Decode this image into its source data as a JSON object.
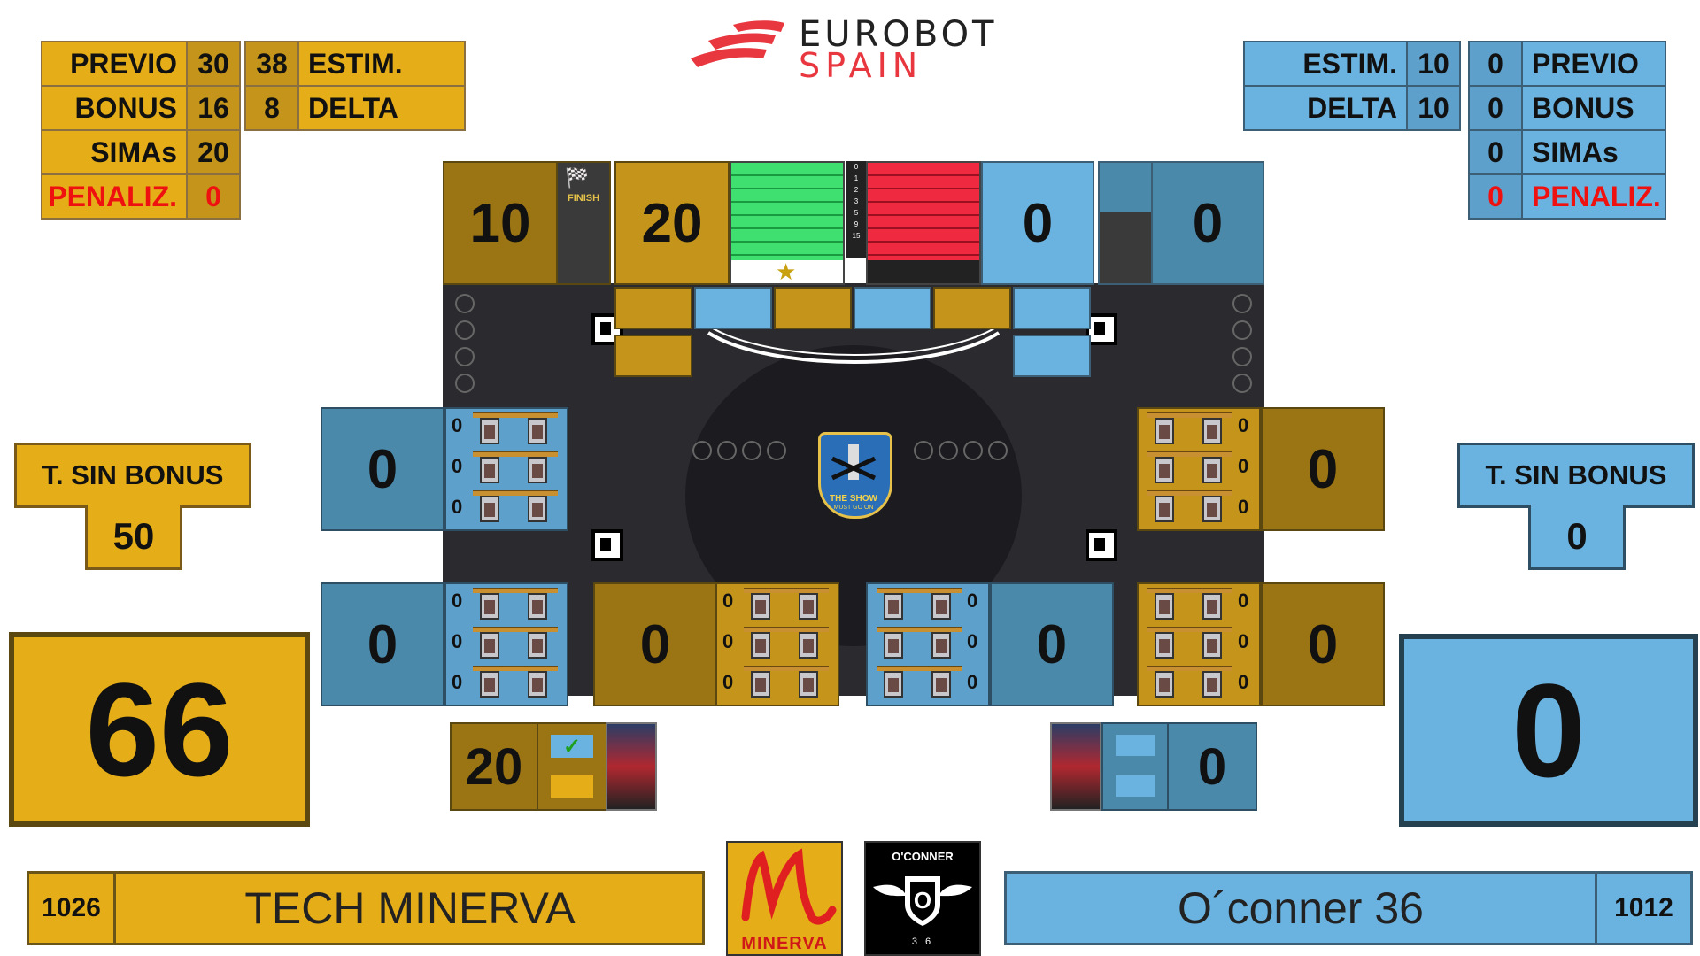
{
  "brand": {
    "line1": "EUROBOT",
    "line2": "SPAIN"
  },
  "left": {
    "stats": {
      "previo_label": "PREVIO",
      "previo": "30",
      "estim": "38",
      "estim_label": "ESTIM.",
      "bonus_label": "BONUS",
      "bonus": "16",
      "delta": "8",
      "delta_label": "DELTA",
      "simas_label": "SIMAs",
      "simas": "20",
      "penaliz_label": "PENALIZ.",
      "penaliz": "0"
    },
    "sin_bonus_label": "T. SIN BONUS",
    "sin_bonus": "50",
    "total": "66",
    "team_number": "1026",
    "team_name": "TECH MINERVA",
    "logo_text": "MINERVA"
  },
  "right": {
    "stats": {
      "estim_label": "ESTIM.",
      "estim": "10",
      "previo": "0",
      "previo_label": "PREVIO",
      "delta_label": "DELTA",
      "delta": "10",
      "bonus": "0",
      "bonus_label": "BONUS",
      "simas": "0",
      "simas_label": "SIMAs",
      "penaliz": "0",
      "penaliz_label": "PENALIZ."
    },
    "sin_bonus_label": "T. SIN BONUS",
    "sin_bonus": "0",
    "total": "0",
    "team_number": "1012",
    "team_name": "O´conner 36",
    "logo_top": "O'CONNER",
    "logo_letter": "O",
    "logo_bottom": "3 6"
  },
  "board": {
    "top_left_score": "10",
    "finish_label": "FINISH",
    "top_yellow_score": "20",
    "top_blue_score": "0",
    "top_right_score": "0",
    "scale_ticks": [
      "0",
      "1",
      "2",
      "3",
      "5",
      "9",
      "15"
    ],
    "left_zone_top": "0",
    "left_zone_bottom": "0",
    "right_zone_top": "0",
    "right_zone_bottom": "0",
    "mid_left": "0",
    "mid_right": "0",
    "stack_counts": [
      "0",
      "0",
      "0"
    ],
    "center_caption": "THE SHOW",
    "center_sub": "MUST GO ON"
  },
  "bottom": {
    "left_score": "20",
    "left_check": "✓",
    "right_score": "0"
  },
  "colors": {
    "yellow": "#e5ad18",
    "blue": "#6ab2df",
    "red": "#ef1010"
  }
}
